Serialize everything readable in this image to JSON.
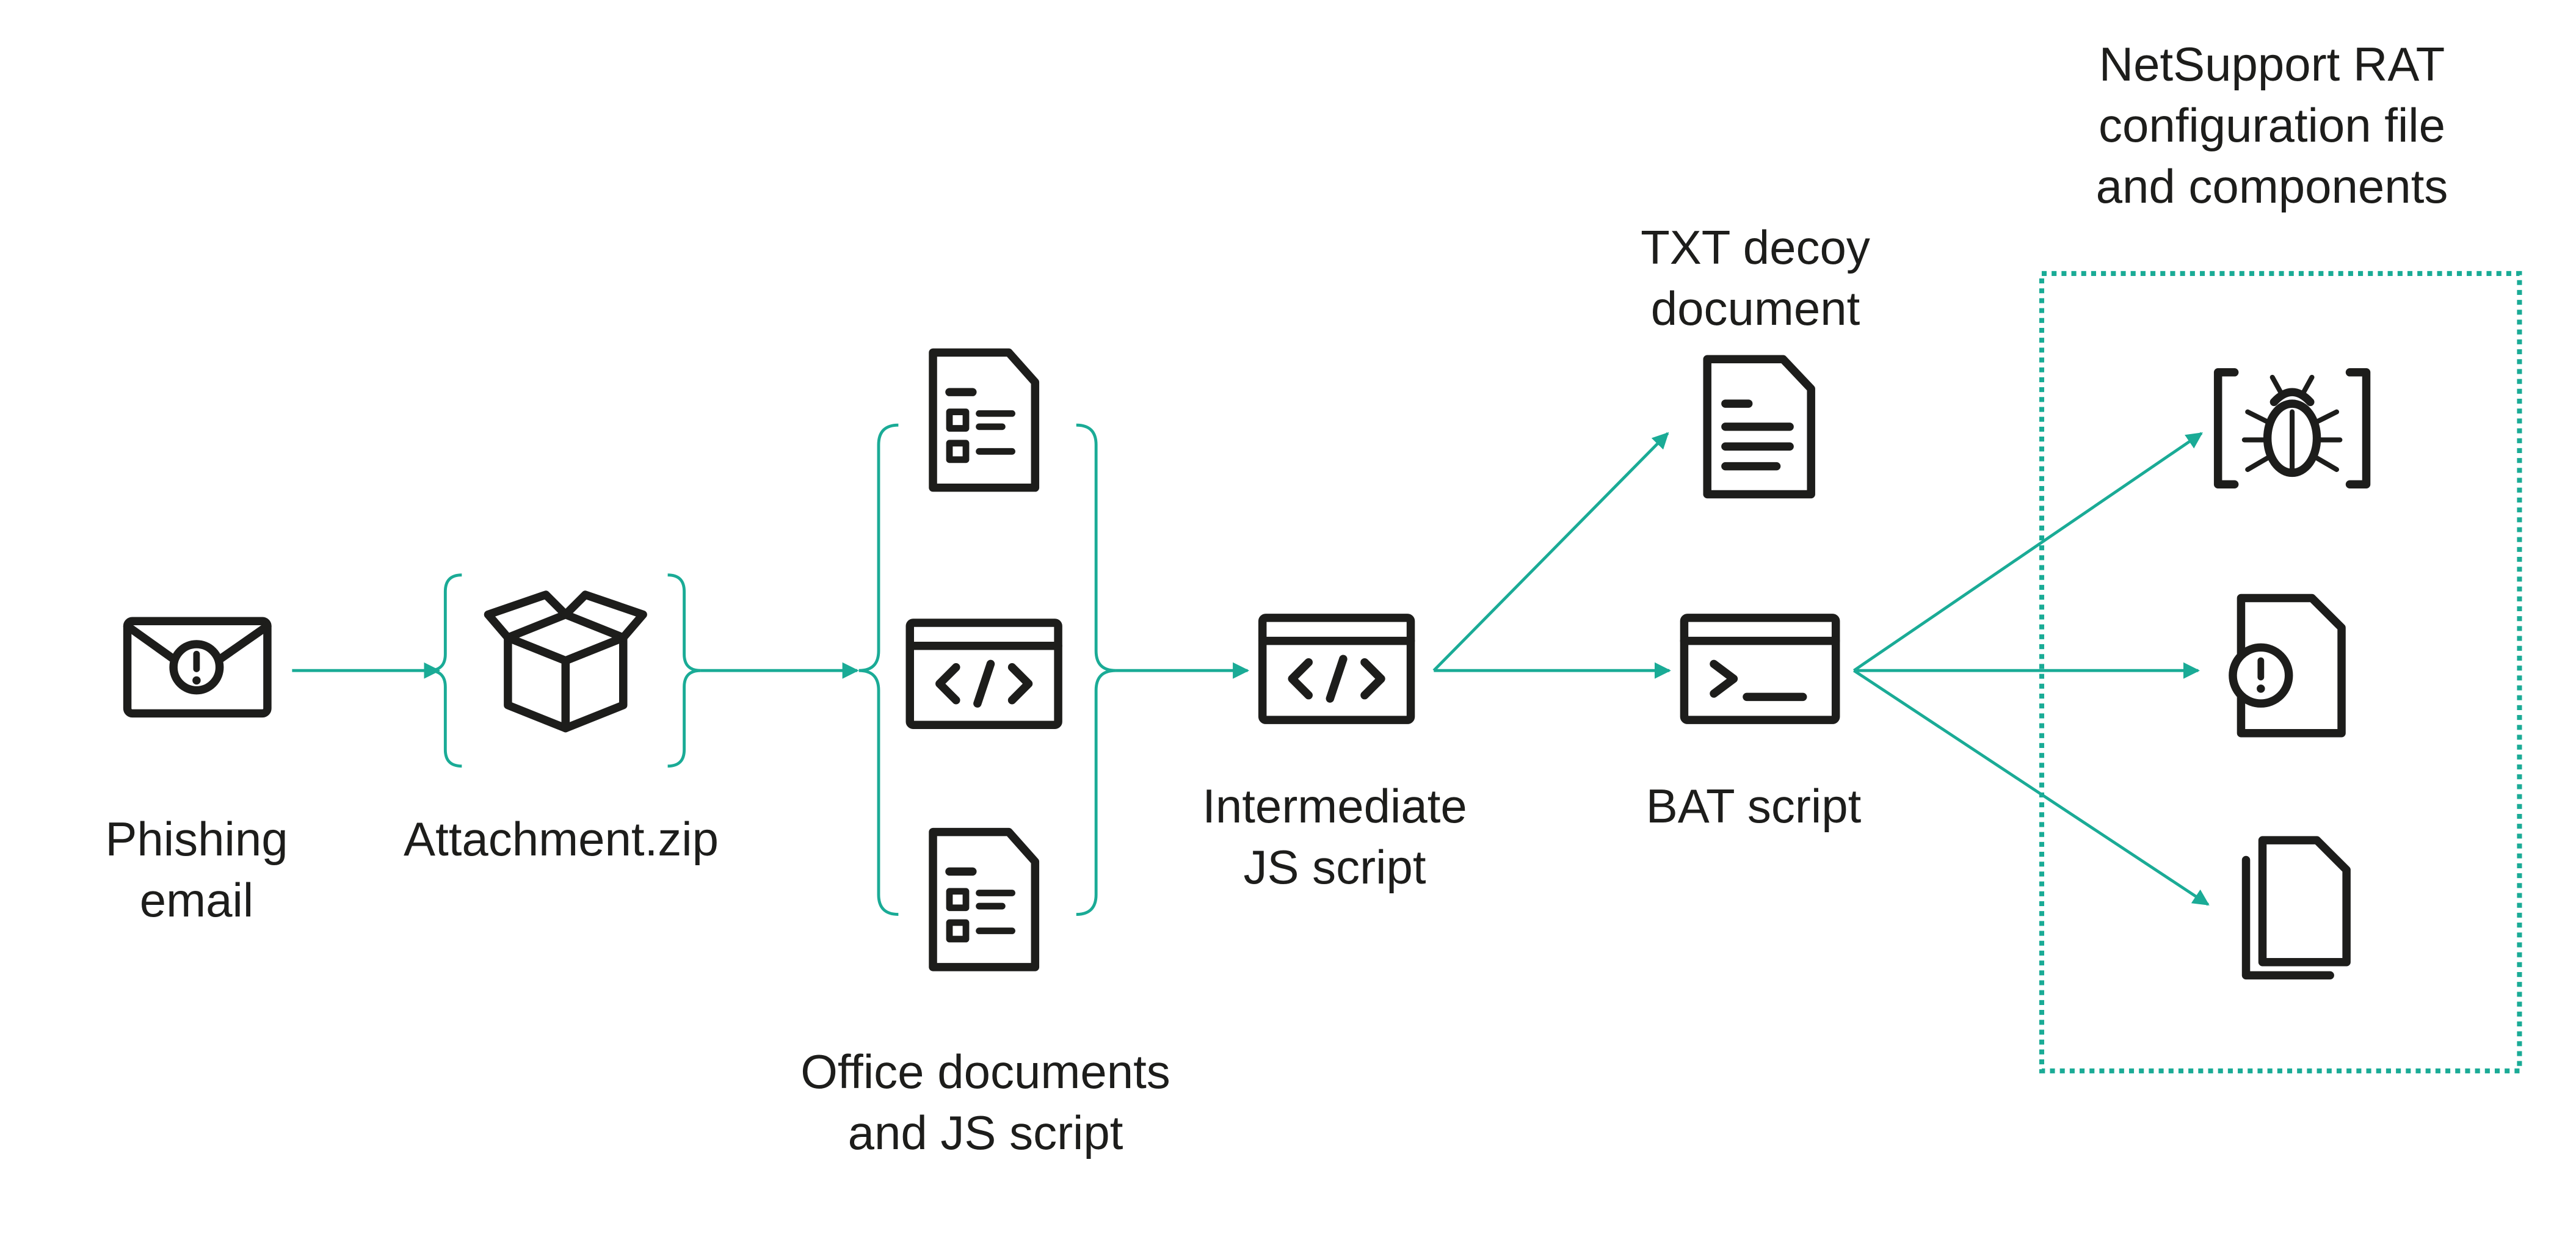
{
  "colors": {
    "accent": "#1aab96",
    "icon": "#1d1d1b",
    "background": "#ffffff"
  },
  "nodes": {
    "phishing_email": {
      "label_lines": [
        "Phishing",
        "email"
      ],
      "icon": "envelope-alert-icon"
    },
    "attachment_zip": {
      "label_lines": [
        "Attachment.zip"
      ],
      "icon": "open-box-icon"
    },
    "office_documents": {
      "label_lines": [
        "Office documents",
        "and JS script"
      ],
      "icons": [
        "document-form-icon",
        "code-window-icon",
        "document-form-icon"
      ]
    },
    "intermediate_js": {
      "label_lines": [
        "Intermediate",
        "JS script"
      ],
      "icon": "code-window-icon"
    },
    "txt_decoy": {
      "label_lines": [
        "TXT decoy",
        "document"
      ],
      "icon": "text-document-icon"
    },
    "bat_script": {
      "label_lines": [
        "BAT script"
      ],
      "icon": "terminal-window-icon"
    },
    "netsupport": {
      "label_lines": [
        "NetSupport RAT",
        "configuration file",
        "and components"
      ],
      "icons": [
        "bug-brackets-icon",
        "document-alert-icon",
        "stacked-files-icon"
      ]
    }
  }
}
